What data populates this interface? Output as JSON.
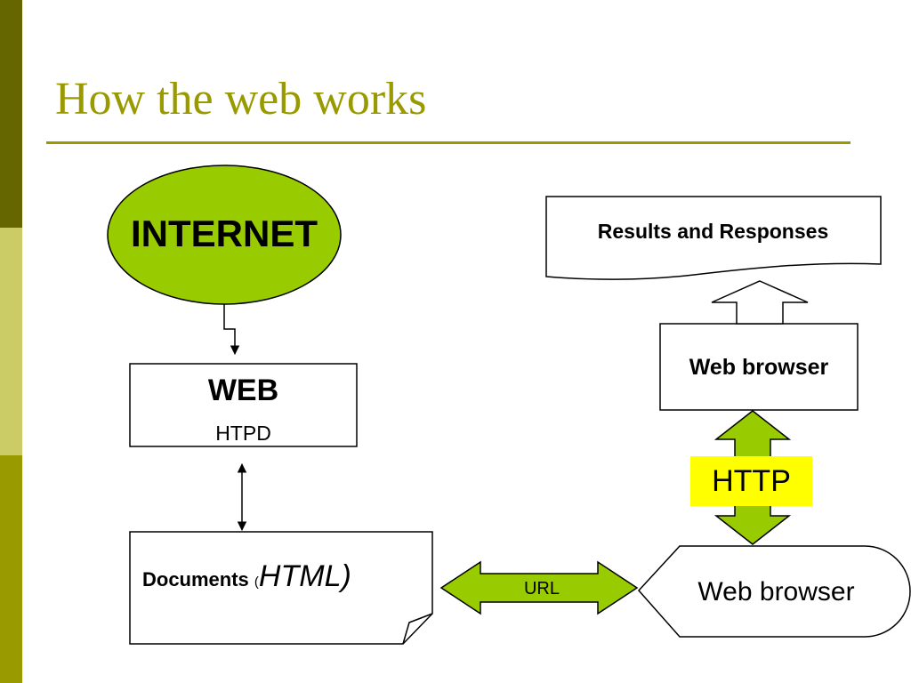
{
  "colors": {
    "sidebar_top": "#666600",
    "sidebar_middle": "#CCCC66",
    "sidebar_bottom": "#999900",
    "title": "#999900",
    "rule": "#999900",
    "green_fill": "#99CC00",
    "http_highlight": "#FFFF00",
    "outline": "#000000"
  },
  "slide": {
    "title": "How the web works"
  },
  "diagram": {
    "internet": "INTERNET",
    "web": {
      "title": "WEB",
      "subtitle": "HTPD"
    },
    "documents": {
      "label": "Documents",
      "open_paren": "(",
      "format": "HTML)"
    },
    "url": "URL",
    "results": "Results and Responses",
    "browser_top": "Web browser",
    "http": "HTTP",
    "browser_bottom": "Web browser"
  }
}
